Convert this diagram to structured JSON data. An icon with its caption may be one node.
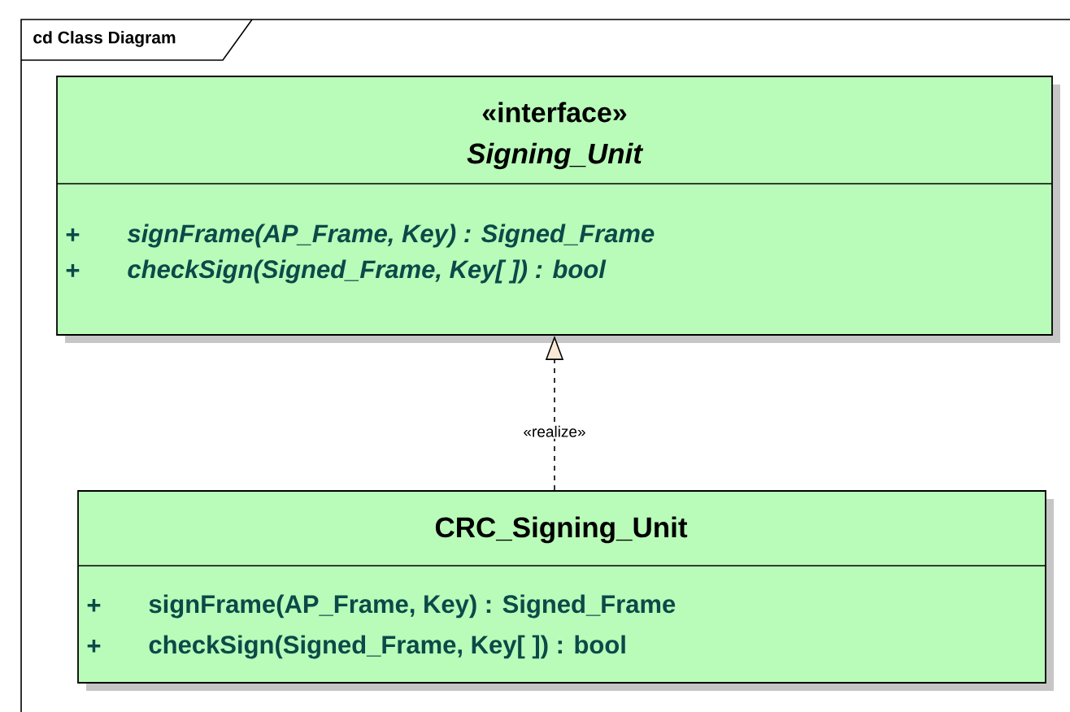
{
  "diagram": {
    "nodes": [
      {
        "text": [
          "cd Class Diagram"
        ]
      },
      {
        "text": [
          "«interface»",
          "Signing_Unit",
          "+",
          "signFrame(AP_Frame, Key) : Signed_Frame",
          "+",
          "checkSign(Signed_Frame, Key[ ]) : bool"
        ],
        "in": 0
      },
      {
        "text": [
          "CRC_Signing_Unit",
          "+",
          "signFrame(AP_Frame, Key) : Signed_Frame",
          "+",
          "checkSign(Signed_Frame, Key[ ]) : bool"
        ],
        "in": 0
      }
    ],
    "edges": [
      {
        "from": 2,
        "to": 1,
        "arrow": "to",
        "style": "dashed",
        "label": "«realize»"
      }
    ]
  }
}
